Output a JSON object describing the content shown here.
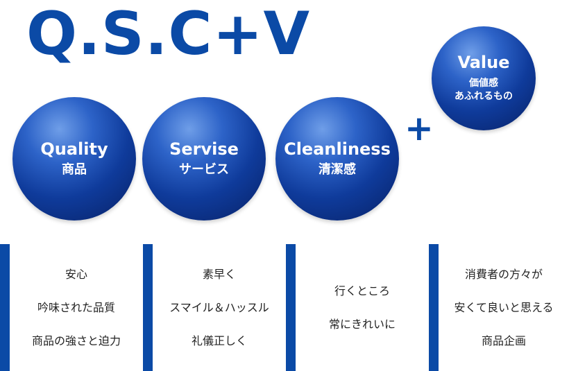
{
  "title": "Q.S.C+V",
  "plus_sign": "+",
  "spheres": {
    "quality": {
      "en": "Quality",
      "jp": "商品"
    },
    "service": {
      "en": "Servise",
      "jp": "サービス"
    },
    "cleanliness": {
      "en": "Cleanliness",
      "jp": "清潔感"
    },
    "value": {
      "en": "Value",
      "jp_line1": "価値感",
      "jp_line2": "あふれるもの"
    }
  },
  "columns": [
    {
      "lines": [
        "安心",
        "吟味された品質",
        "商品の強さと迫力"
      ]
    },
    {
      "lines": [
        "素早く",
        "スマイル＆ハッスル",
        "礼儀正しく"
      ]
    },
    {
      "lines": [
        "行くところ",
        "常にきれいに"
      ]
    },
    {
      "lines": [
        "消費者の方々が",
        "安くて良いと思える",
        "商品企画"
      ]
    }
  ],
  "colors": {
    "brand_blue": "#0b4aa6",
    "sphere_dark": "#0a2a78",
    "text": "#222222"
  }
}
